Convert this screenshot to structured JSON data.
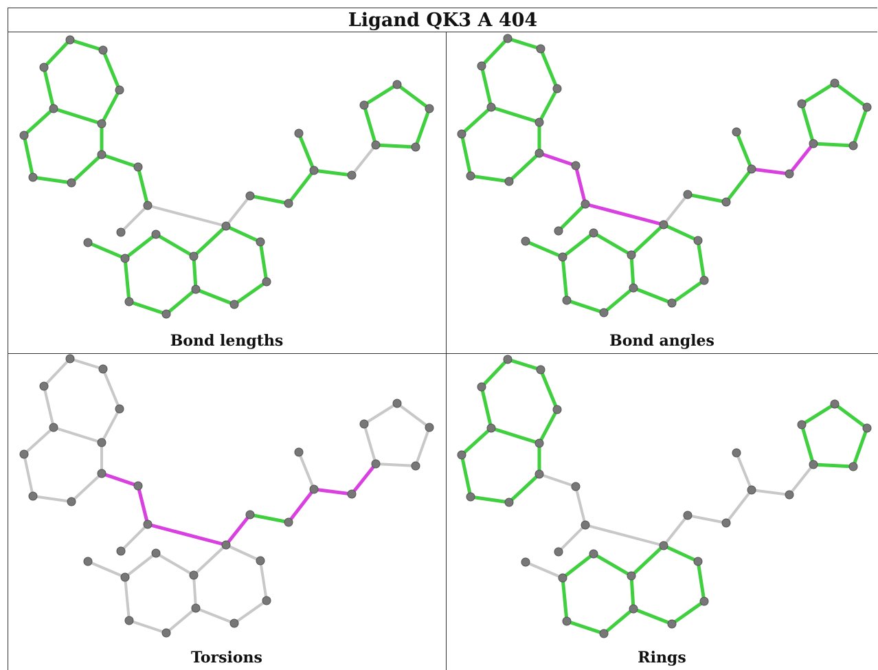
{
  "title": "Ligand QK3 A 404",
  "colors": {
    "green": "#3fcf3f",
    "magenta": "#d940e0",
    "grey_bond": "#c8c8c8",
    "atom": "#777777",
    "atom_stroke": "#555555"
  },
  "panels": [
    {
      "key": "bond_lengths",
      "caption": "Bond lengths",
      "highlight": {
        "green": "all_except",
        "grey": [
          [
            7,
            16
          ],
          [
            17,
            31
          ],
          [
            29,
            26
          ]
        ],
        "magenta": []
      }
    },
    {
      "key": "bond_angles",
      "caption": "Bond angles",
      "highlight": {
        "green": "all_except",
        "grey": [
          [
            17,
            31
          ]
        ],
        "magenta": [
          [
            5,
            14
          ],
          [
            14,
            15
          ],
          [
            15,
            16
          ],
          [
            29,
            26
          ],
          [
            26,
            25
          ]
        ]
      }
    },
    {
      "key": "torsions",
      "caption": "Torsions",
      "highlight": {
        "green": [
          [
            17,
            31
          ],
          [
            20,
            26
          ]
        ],
        "grey": "rest",
        "magenta": [
          [
            7,
            14
          ],
          [
            14,
            15
          ],
          [
            15,
            16
          ],
          [
            16,
            17
          ],
          [
            28,
            29
          ],
          [
            29,
            26
          ],
          [
            26,
            25
          ]
        ]
      }
    },
    {
      "key": "rings",
      "caption": "Rings",
      "highlight": {
        "green": "rings",
        "grey": "rest",
        "magenta": []
      }
    }
  ]
}
